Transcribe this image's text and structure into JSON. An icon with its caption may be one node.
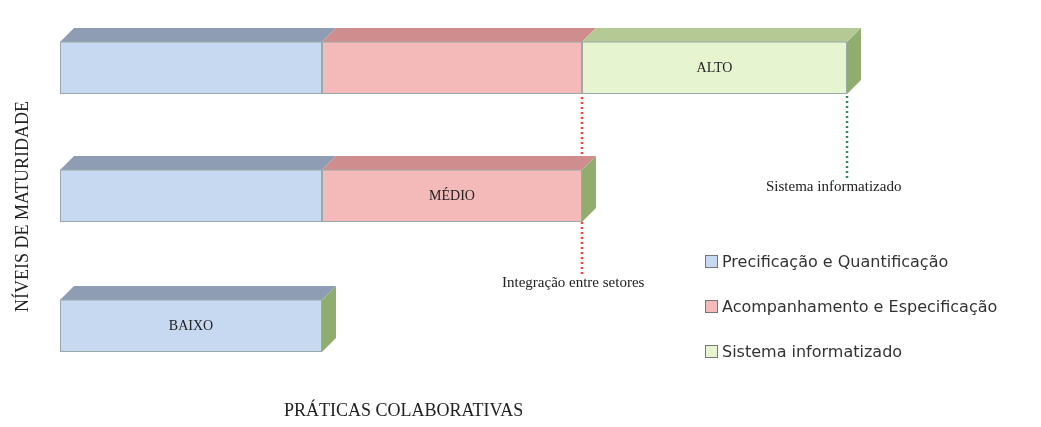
{
  "diagram": {
    "nodes": [
      {
        "text": [],
        "shape": "bar"
      },
      {
        "text": [],
        "shape": "bar"
      },
      {
        "text": [
          "ALTO"
        ]
      },
      {
        "text": [],
        "shape": "bar"
      },
      {
        "text": [
          "MÉDIO"
        ]
      },
      {
        "text": [
          "BAIXO"
        ]
      },
      {
        "text": [
          "Sistema informatizado"
        ]
      },
      {
        "text": [
          "Integração entre setores"
        ]
      }
    ],
    "edges": [
      {
        "from": 6,
        "to": 2,
        "arrow": "none",
        "style": "dashed",
        "color": "#2e8b57"
      },
      {
        "from": 7,
        "to": 1,
        "arrow": "none",
        "style": "dashed",
        "color": "#ff3b3b"
      }
    ],
    "labels": [
      "NÍVEIS DE MATURIDADE",
      "PRÁTICAS COLABORATIVAS"
    ],
    "legend": [
      {
        "text": "Precificação e Quantificação",
        "color": "#c6d9f1"
      },
      {
        "text": "Acompanhamento e Especificação",
        "color": "#f4b9b9"
      },
      {
        "text": "Sistema informatizado",
        "color": "#e6f5cf"
      }
    ]
  }
}
